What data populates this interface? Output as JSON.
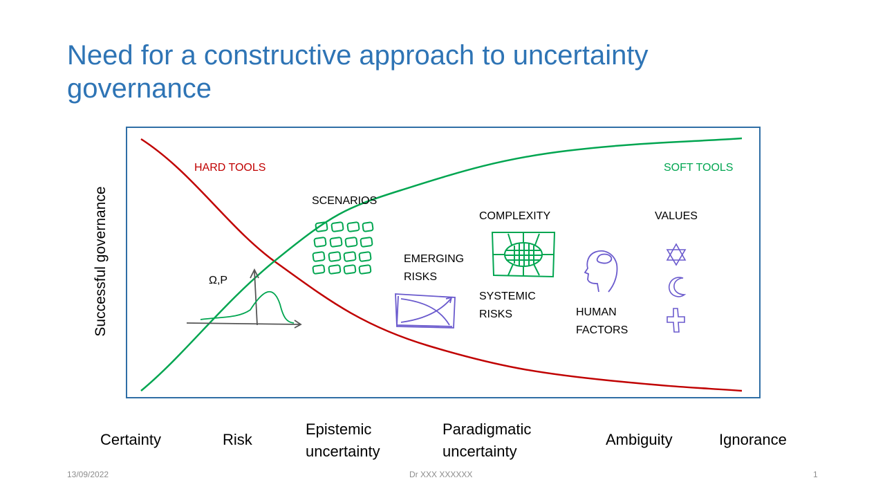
{
  "title": "Need for a constructive approach to uncertainty governance",
  "y_axis_label": "Successful governance",
  "curves": {
    "hard_label": "HARD TOOLS",
    "soft_label": "SOFT TOOLS",
    "hard_color": "#c00000",
    "soft_color": "#00a550"
  },
  "tools": {
    "omega_p": "Ω,P",
    "scenarios": "SCENARIOS",
    "emerging_line1": "EMERGING",
    "emerging_line2": "RISKS",
    "complexity": "COMPLEXITY",
    "systemic_line1": "SYSTEMIC",
    "systemic_line2": "RISKS",
    "human_line1": "HUMAN",
    "human_line2": "FACTORS",
    "values": "VALUES"
  },
  "icons": [
    "distribution-sketch-icon",
    "scenario-grid-icon",
    "emerging-risks-graph-icon",
    "complexity-network-icon",
    "human-head-icon",
    "star-of-david-icon",
    "crescent-icon",
    "cross-icon"
  ],
  "x_axis": {
    "certainty": "Certainty",
    "risk": "Risk",
    "epistemic_line1": "Epistemic",
    "epistemic_line2": "uncertainty",
    "paradigmatic_line1": "Paradigmatic",
    "paradigmatic_line2": "uncertainty",
    "ambiguity": "Ambiguity",
    "ignorance": "Ignorance"
  },
  "footer": {
    "date": "13/09/2022",
    "author": "Dr XXX XXXXXX",
    "page": "1"
  }
}
